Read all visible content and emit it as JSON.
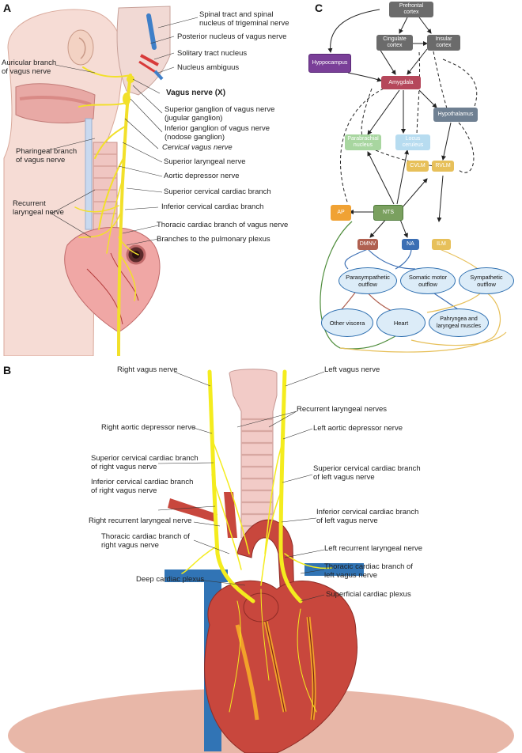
{
  "panels": {
    "a": "A",
    "b": "B",
    "c": "C"
  },
  "panel_a": {
    "labels": {
      "spinal_tract": "Spinal tract and spinal\nnucleus of trigeminal nerve",
      "posterior_nucleus": "Posterior nucleus of vagus nerve",
      "solitary": "Solitary tract nucleus",
      "ambiguus": "Nucleus ambiguus",
      "auricular": "Auricular branch\nof vagus nerve",
      "vagus_x": "Vagus nerve (X)",
      "superior_ganglion": "Superior ganglion of vagus nerve\n(jugular ganglion)",
      "inferior_ganglion": "Inferior ganglion of vagus nerve\n(nodose ganglion)",
      "cervical_vagus": "Cervical vagus nerve",
      "pharingeal": "Pharingeal branch\nof vagus nerve",
      "superior_laryngeal": "Superior laryngeal nerve",
      "aortic_depressor": "Aortic depressor nerve",
      "superior_cervical": "Superior cervical cardiac branch",
      "recurrent": "Recurrent\nlaryngeal nerve",
      "inferior_cervical": "Inferior cervical cardiac branch",
      "thoracic": "Thoracic cardiac branch of vagus nerve",
      "pulmonary": "Branches to the pulmonary plexus"
    }
  },
  "panel_b": {
    "labels": {
      "right_vagus": "Right vagus nerve",
      "left_vagus": "Left vagus nerve",
      "recurrent_nerves": "Recurrent laryngeal nerves",
      "right_aortic": "Right aortic depressor nerve",
      "left_aortic": "Left aortic depressor nerve",
      "sup_right": "Superior cervical cardiac branch\nof right vagus nerve",
      "sup_left": "Superior cervical cardiac branch\nof left vagus nerve",
      "inf_right": "Inferior cervical cardiac branch\nof right vagus nerve",
      "inf_left": "Inferior cervical cardiac branch\nof left vagus nerve",
      "right_recurrent": "Right recurrent laryngeal nerve",
      "left_recurrent": "Left recurrent laryngeal nerve",
      "thor_right": "Thoracic cardiac branch of\nright vagus nerve",
      "thor_left": "Thoracic cardiac branch of\nleft vagus nerve",
      "deep_plexus": "Deep cardiac plexus",
      "superficial_plexus": "Superficial cardiac plexus"
    }
  },
  "panel_c": {
    "nodes": {
      "prefrontal": "Prefrontal\ncortex",
      "cingulate": "Cingulate\ncortex",
      "insular": "Insular\ncortex",
      "hippocampus": "Hyppocampus",
      "amygdala": "Amygdala",
      "hypothalamus": "Hypothalamus",
      "parabrachial": "Parabrachial\nnucleus",
      "locus": "Locus\nceruleus",
      "cvlm": "CVLM",
      "rvlm": "RVLM",
      "ap": "AP",
      "nts": "NTS",
      "dmnv": "DMNV",
      "na": "NA",
      "ilm": "ILM",
      "parasympathetic": "Parasympathetic\noutflow",
      "somatic": "Somatic motor\noutflow",
      "sympathetic": "Sympathetic\noutflow",
      "other_viscera": "Other viscera",
      "heart": "Heart",
      "pahryngea": "Pahryngea and\nlaryngeal muscles"
    },
    "colors": {
      "cortex": "#6b6b6b",
      "hippocampus": "#7a3f98",
      "amygdala": "#b5475b",
      "hypothalamus": "#6f8092",
      "parabrachial": "#a8d6a0",
      "locus": "#b7dcf0",
      "orange": "#f0a234",
      "yellow": "#e7c05a",
      "nts": "#7aa05f",
      "dmnv": "#b06050",
      "na": "#3c6fb4",
      "ellipse": "#dcecf8"
    }
  }
}
